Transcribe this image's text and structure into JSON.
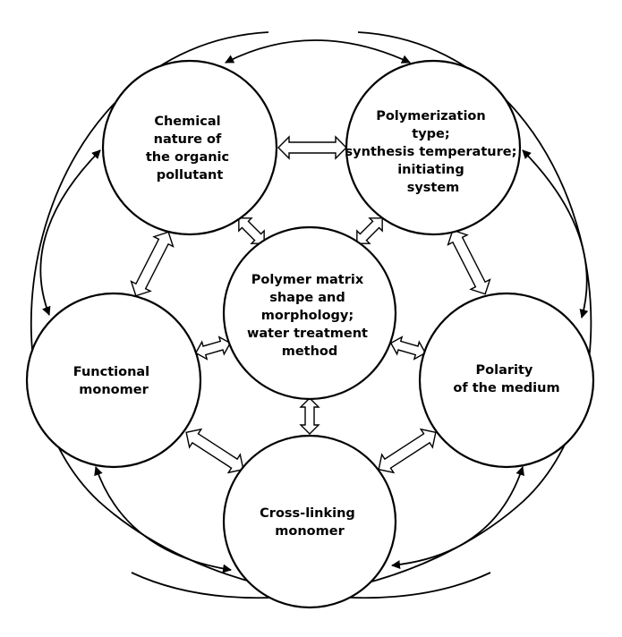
{
  "nodes": {
    "chemical_nature": [
      "Chemical",
      "nature of",
      "the organic",
      "pollutant"
    ],
    "polymerization": [
      "Polymerization",
      "type;",
      "synthesis temperature;",
      "initiating",
      "system"
    ],
    "polymer_matrix": [
      "Polymer matrix",
      "shape and",
      "morphology;",
      "water treatment",
      "method"
    ],
    "functional_monomer": [
      "Functional",
      "monomer"
    ],
    "polarity": [
      "Polarity",
      "of the medium"
    ],
    "cross_linking": [
      "Cross-linking",
      "monomer"
    ]
  },
  "colors": {
    "stroke": "#000000",
    "fill": "#ffffff"
  }
}
